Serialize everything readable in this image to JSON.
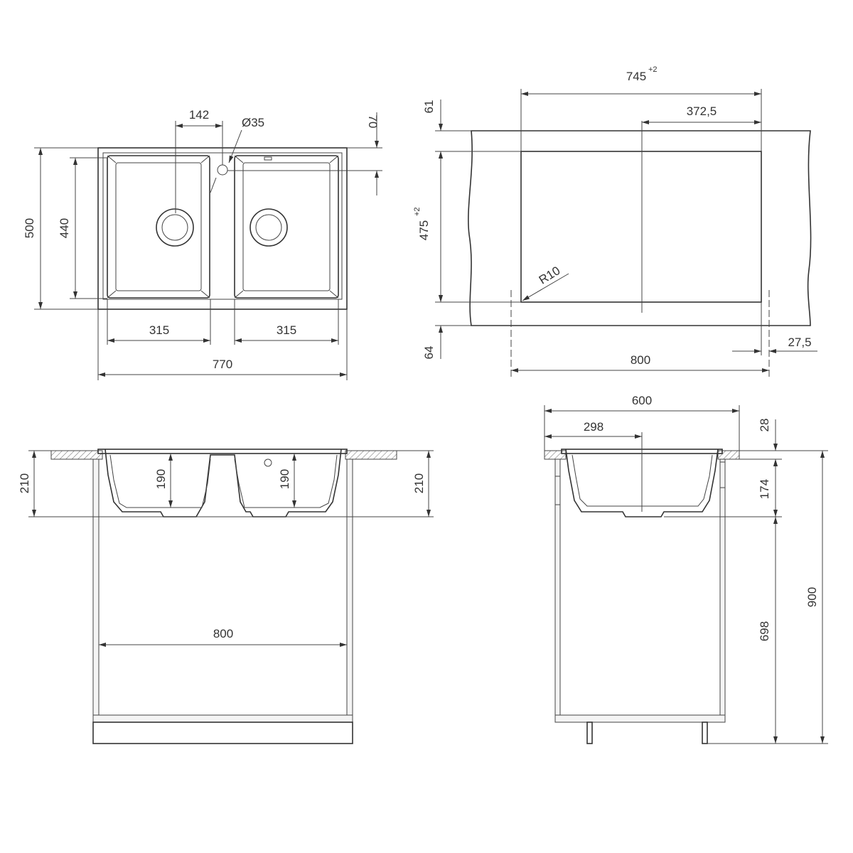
{
  "top_view": {
    "dim_142": "142",
    "dim_hole": "Ø35",
    "dim_70": "70",
    "dim_500": "500",
    "dim_440": "440",
    "dim_315_left": "315",
    "dim_315_right": "315",
    "dim_770": "770"
  },
  "cutout_view": {
    "dim_745": "745",
    "dim_745_tol": "+2",
    "dim_372_5": "372,5",
    "dim_61": "61",
    "dim_475": "475",
    "dim_475_tol": "+2",
    "dim_r10": "R10",
    "dim_64": "64",
    "dim_27_5": "27,5",
    "dim_800": "800"
  },
  "front_view": {
    "dim_210_left": "210",
    "dim_190_left": "190",
    "dim_190_right": "190",
    "dim_210_right": "210",
    "dim_800": "800"
  },
  "side_view": {
    "dim_600": "600",
    "dim_298": "298",
    "dim_28": "28",
    "dim_174": "174",
    "dim_698": "698",
    "dim_900": "900"
  }
}
